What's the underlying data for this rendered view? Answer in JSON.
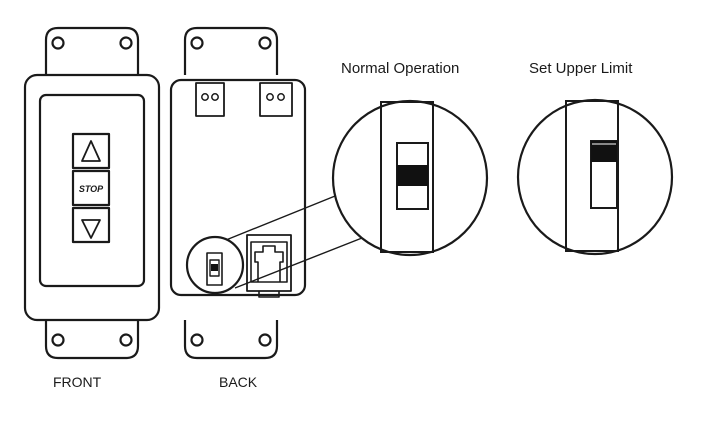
{
  "labels": {
    "normal_operation": "Normal Operation",
    "set_upper_limit": "Set Upper Limit",
    "front": "FRONT",
    "back": "BACK"
  },
  "front_panel": {
    "buttons": [
      {
        "icon": "up-triangle-icon"
      },
      {
        "label": "STOP"
      },
      {
        "icon": "down-triangle-icon"
      }
    ]
  },
  "switch_states": {
    "normal_operation": {
      "slider_position": "middle"
    },
    "set_upper_limit": {
      "slider_position": "top"
    }
  },
  "colors": {
    "line": "#1a1a1a",
    "background": "#ffffff",
    "slider": "#111111"
  }
}
